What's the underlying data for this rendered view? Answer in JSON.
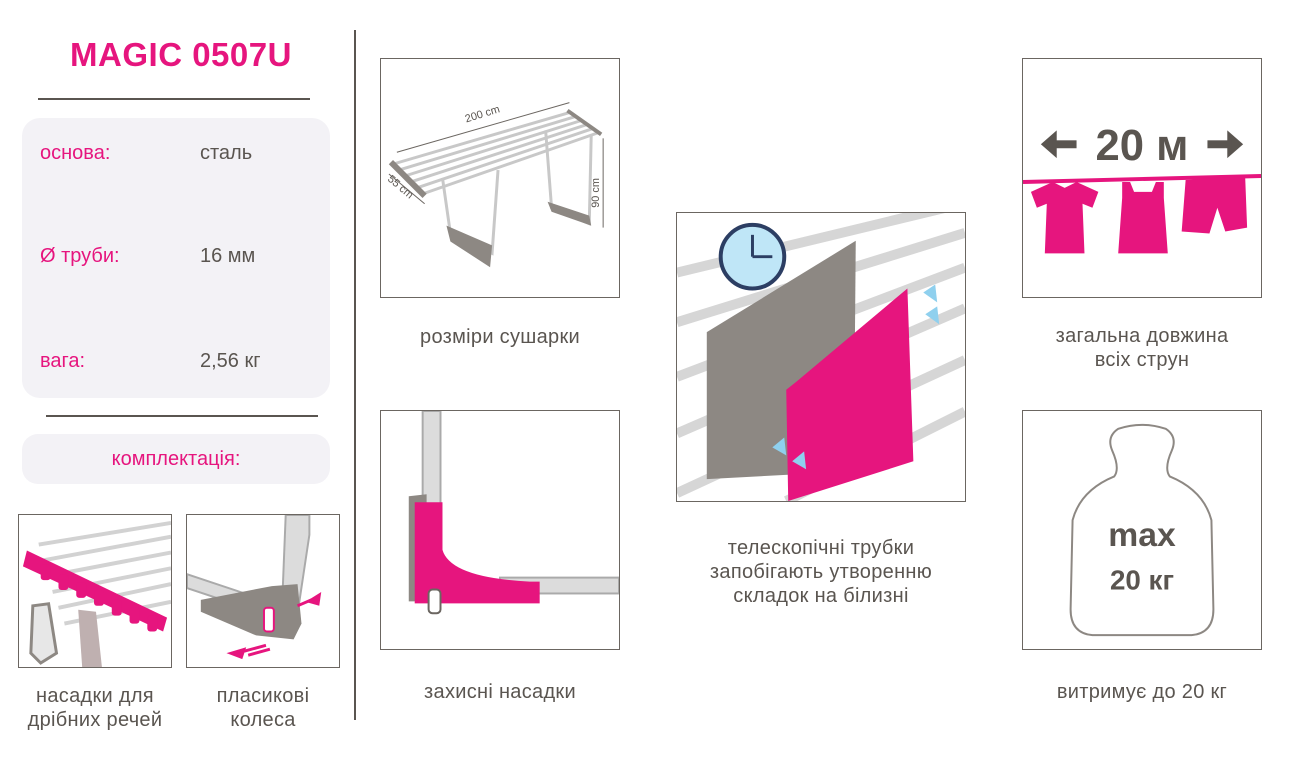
{
  "product": {
    "title": "MAGIC 0507U"
  },
  "specs": [
    {
      "label": "основа:",
      "value": "сталь"
    },
    {
      "label": "Ø труби:",
      "value": "16 мм"
    },
    {
      "label": "вага:",
      "value": "2,56 кг"
    }
  ],
  "kit": {
    "label": "комплектація:"
  },
  "accessories": [
    {
      "caption_lines": [
        "насадки для",
        "дрібних речей"
      ]
    },
    {
      "caption_lines": [
        "пласикові",
        "колеса"
      ]
    }
  ],
  "features": {
    "dimensions": {
      "caption": "розміри сушарки",
      "length_label": "200 cm",
      "width_label": "55 cm",
      "height_label": "90 cm"
    },
    "caps": {
      "caption": "захисні насадки"
    },
    "telescopic": {
      "caption_lines": [
        "телескопічні трубки",
        "запобігають утворенню",
        "складок на білизні"
      ]
    },
    "length": {
      "value": "20 м",
      "caption_lines": [
        "загальна довжина",
        "всіх струн"
      ]
    },
    "load": {
      "max_label": "max",
      "value": "20 кг",
      "caption": "витримує до 20 кг"
    }
  },
  "colors": {
    "accent": "#e6157e",
    "text": "#5a5550",
    "panel": "#f3f2f6",
    "steel": "#cfcfcf",
    "grey_part": "#8d8883"
  }
}
